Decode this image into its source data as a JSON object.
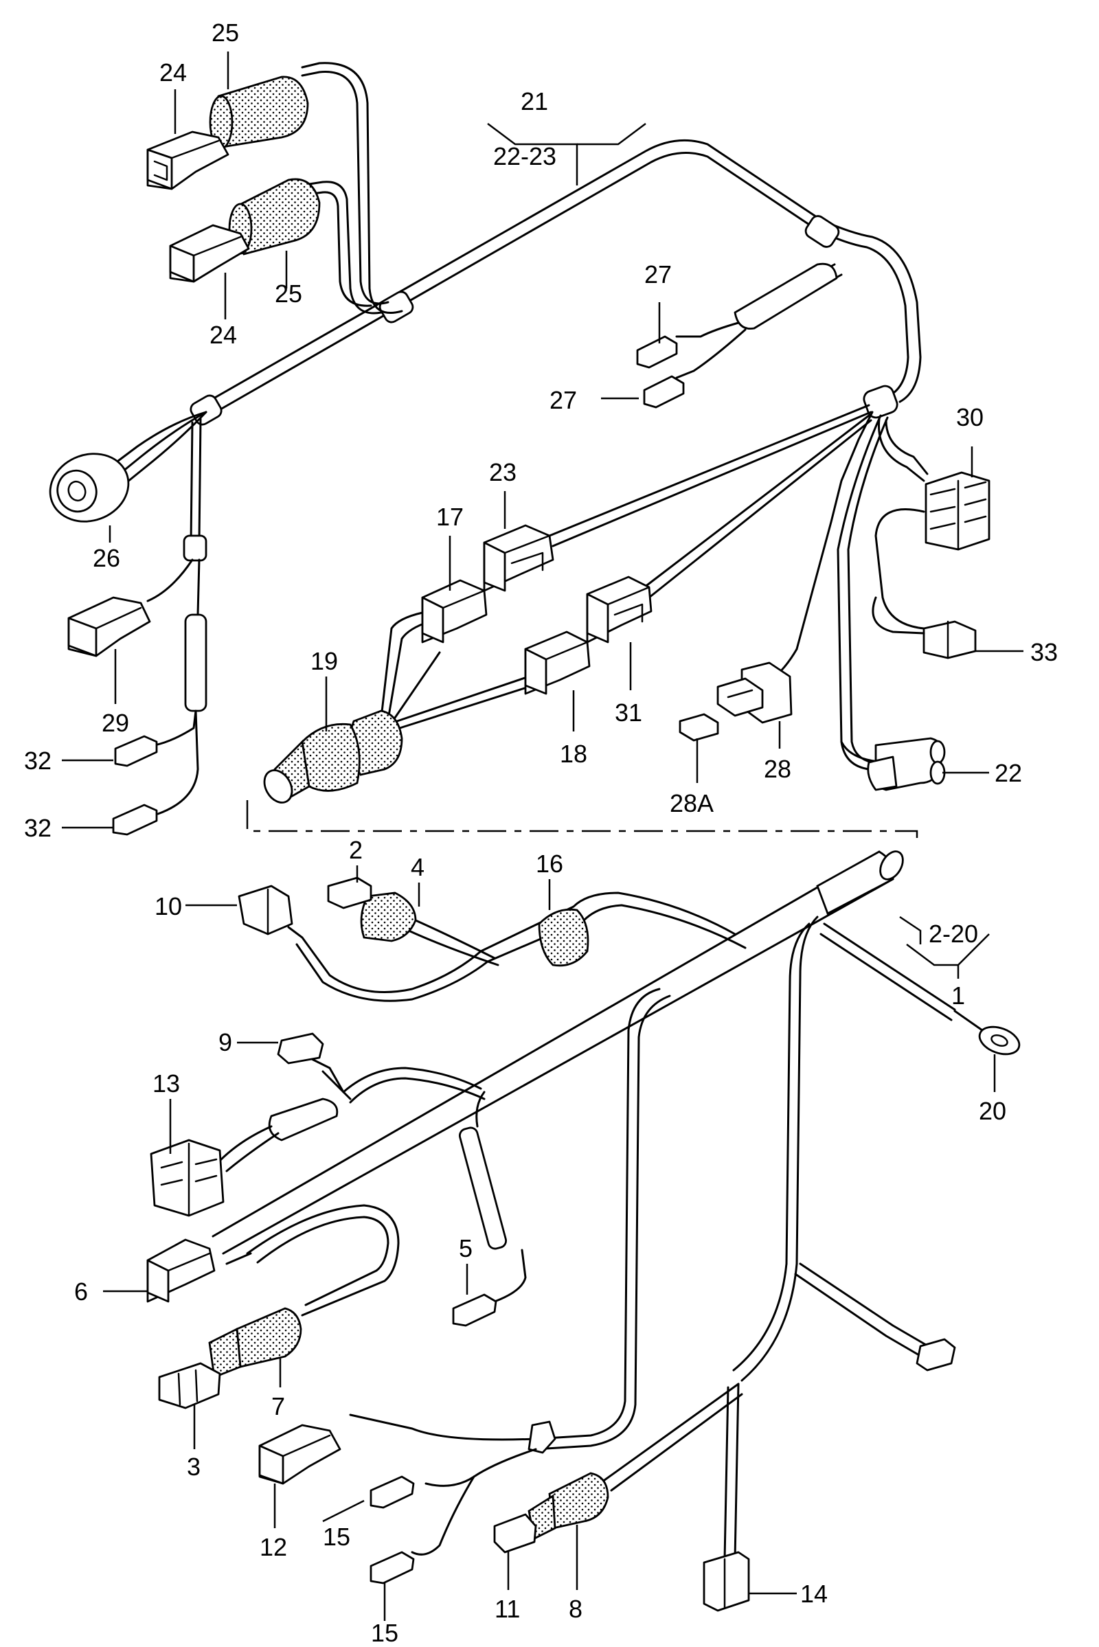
{
  "callouts": {
    "c1": "1",
    "c2a": "2",
    "c2_20": "2-20",
    "c3": "3",
    "c4": "4",
    "c5": "5",
    "c6": "6",
    "c7": "7",
    "c8": "8",
    "c9": "9",
    "c10": "10",
    "c11": "11",
    "c12": "12",
    "c13": "13",
    "c14": "14",
    "c15a": "15",
    "c15b": "15",
    "c16": "16",
    "c17": "17",
    "c18": "18",
    "c19": "19",
    "c20": "20",
    "c21": "21",
    "c22_23": "22-23",
    "c22": "22",
    "c23": "23",
    "c24a": "24",
    "c24b": "24",
    "c25a": "25",
    "c25b": "25",
    "c26": "26",
    "c27a": "27",
    "c27b": "27",
    "c28": "28",
    "c28A": "28A",
    "c29": "29",
    "c30": "30",
    "c31": "31",
    "c32a": "32",
    "c32b": "32",
    "c33": "33"
  }
}
